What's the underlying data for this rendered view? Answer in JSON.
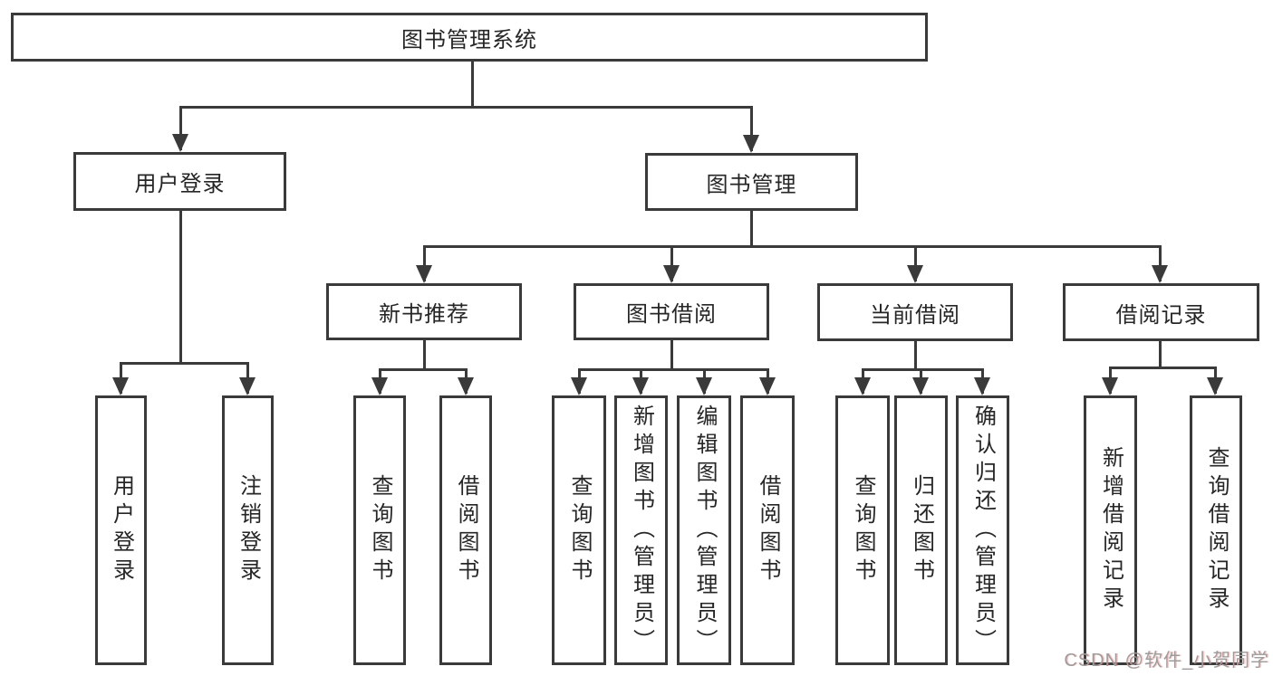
{
  "diagram": {
    "root": {
      "label": "图书管理系统"
    },
    "level1": [
      {
        "label": "用户登录"
      },
      {
        "label": "图书管理"
      }
    ],
    "level2": [
      {
        "label": "新书推荐"
      },
      {
        "label": "图书借阅"
      },
      {
        "label": "当前借阅"
      },
      {
        "label": "借阅记录"
      }
    ],
    "leaves": [
      {
        "label": "用户登录"
      },
      {
        "label": "注销登录"
      },
      {
        "label": "查询图书"
      },
      {
        "label": "借阅图书"
      },
      {
        "label": "查询图书"
      },
      {
        "label": "新增图书（管理员）"
      },
      {
        "label": "编辑图书（管理员）"
      },
      {
        "label": "借阅图书"
      },
      {
        "label": "查询图书"
      },
      {
        "label": "归还图书"
      },
      {
        "label": "确认归还（管理员）"
      },
      {
        "label": "新增借阅记录"
      },
      {
        "label": "查询借阅记录"
      }
    ]
  },
  "watermark": {
    "text": "CSDN @软件_小贺同学"
  },
  "colors": {
    "line": "#3a3a3a",
    "text": "#262626",
    "watermark": "#9c9c9c",
    "background": "#ffffff"
  }
}
